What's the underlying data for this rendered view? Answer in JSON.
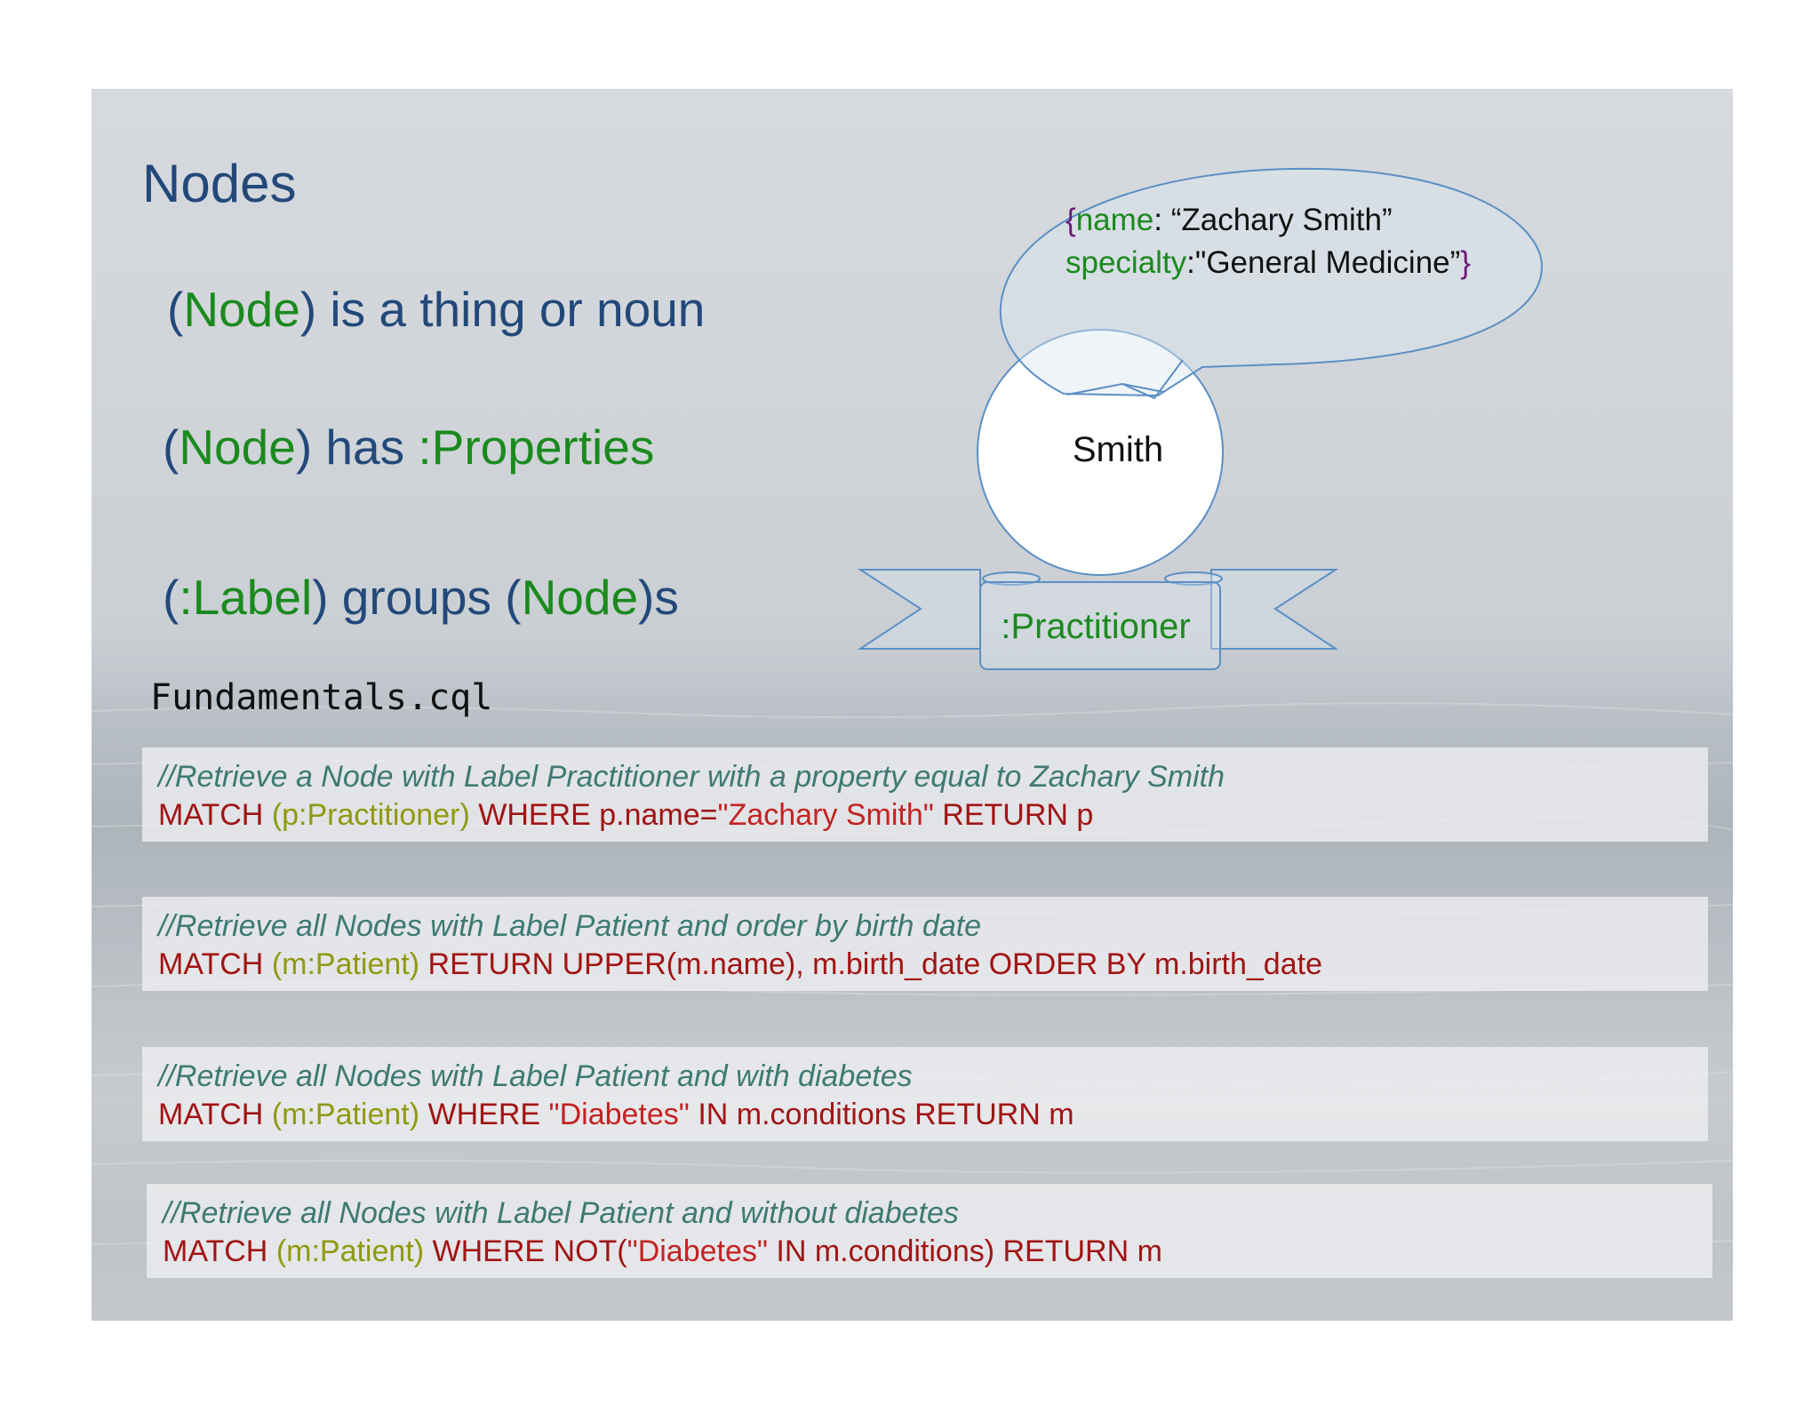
{
  "slide": {
    "title": "Nodes",
    "bullets": [
      {
        "open": "(",
        "node": "Node",
        "close": ")",
        "rest": " is a thing or noun"
      },
      {
        "open": "(",
        "node": "Node",
        "close": ")",
        "mid": " has ",
        "prop": ":Properties"
      },
      {
        "open": "(",
        "label": ":Label",
        "close": ")",
        "mid": " groups (",
        "node": "Node",
        "tail": ")s"
      }
    ],
    "filename": "Fundamentals.cql"
  },
  "diagram": {
    "bubble": {
      "brace_open": "{",
      "key1": "name",
      "val1": ": “Zachary Smith”",
      "key2": "specialty",
      "val2": ":\"General Medicine”",
      "brace_close": "}"
    },
    "node_name": "Smith",
    "label": ":Practitioner"
  },
  "code": [
    {
      "comment": "//Retrieve a Node with Label Practitioner with a property equal to Zachary Smith",
      "parts": [
        {
          "t": "kw",
          "v": "MATCH "
        },
        {
          "t": "par",
          "v": "(p:Practitioner)"
        },
        {
          "t": "kw",
          "v": " WHERE p.name="
        },
        {
          "t": "str",
          "v": "\"Zachary Smith\""
        },
        {
          "t": "kw",
          "v": " RETURN p"
        }
      ]
    },
    {
      "comment": "//Retrieve all Nodes with Label Patient and order by birth date",
      "parts": [
        {
          "t": "kw",
          "v": "MATCH "
        },
        {
          "t": "par",
          "v": "(m:Patient)"
        },
        {
          "t": "kw",
          "v": " RETURN UPPER(m.name), m.birth_date ORDER BY m.birth_date"
        }
      ]
    },
    {
      "comment": "//Retrieve all Nodes with Label Patient and with diabetes",
      "parts": [
        {
          "t": "kw",
          "v": "MATCH "
        },
        {
          "t": "par",
          "v": "(m:Patient)"
        },
        {
          "t": "kw",
          "v": " WHERE "
        },
        {
          "t": "str",
          "v": "\"Diabetes\""
        },
        {
          "t": "kw",
          "v": " IN m.conditions RETURN m"
        }
      ]
    },
    {
      "comment": "//Retrieve all Nodes with Label Patient and without diabetes",
      "parts": [
        {
          "t": "kw",
          "v": "MATCH "
        },
        {
          "t": "par",
          "v": "(m:Patient)"
        },
        {
          "t": "kw",
          "v": " WHERE NOT("
        },
        {
          "t": "str",
          "v": "\"Diabetes\""
        },
        {
          "t": "kw",
          "v": " IN m.conditions) RETURN m"
        }
      ]
    }
  ],
  "colors": {
    "title": "#23497a",
    "green": "#1b8a1e",
    "keyword": "#a11414",
    "paren": "#8f9a10",
    "string": "#c42222",
    "comment": "#3e7a73",
    "diagram_stroke": "#5b8fc4"
  }
}
